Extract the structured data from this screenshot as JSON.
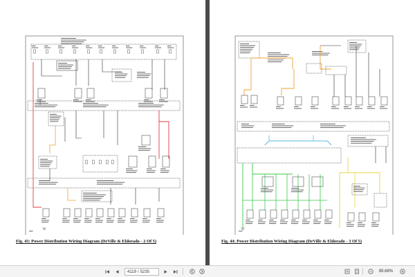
{
  "pages": [
    {
      "caption": "Fig. 43: Power Distribution Wiring Diagram (DeVille & Eldorado - 2 Of 5)"
    },
    {
      "caption": "Fig. 44: Power Distribution Wiring Diagram (DeVille & Eldorado - 3 Of 5)"
    }
  ],
  "toolbar": {
    "current_page": "4119",
    "page_separator": "/",
    "total_pages": "5235",
    "zoom": "89.68%"
  },
  "icons": {
    "first": "first-page-icon",
    "prev": "previous-page-icon",
    "next": "next-page-icon",
    "last": "last-page-icon",
    "back": "back-icon",
    "forward": "forward-icon",
    "fit": "fit-page-icon",
    "zoom_out": "zoom-out-icon",
    "zoom_in": "zoom-in-icon"
  },
  "wire_colors": {
    "red": "#e23b3b",
    "orange": "#f0a030",
    "green": "#39c94a",
    "yellow": "#e8d640",
    "cyan": "#58b8e6",
    "pink": "#e87fa8",
    "line": "#2b2b2b"
  }
}
